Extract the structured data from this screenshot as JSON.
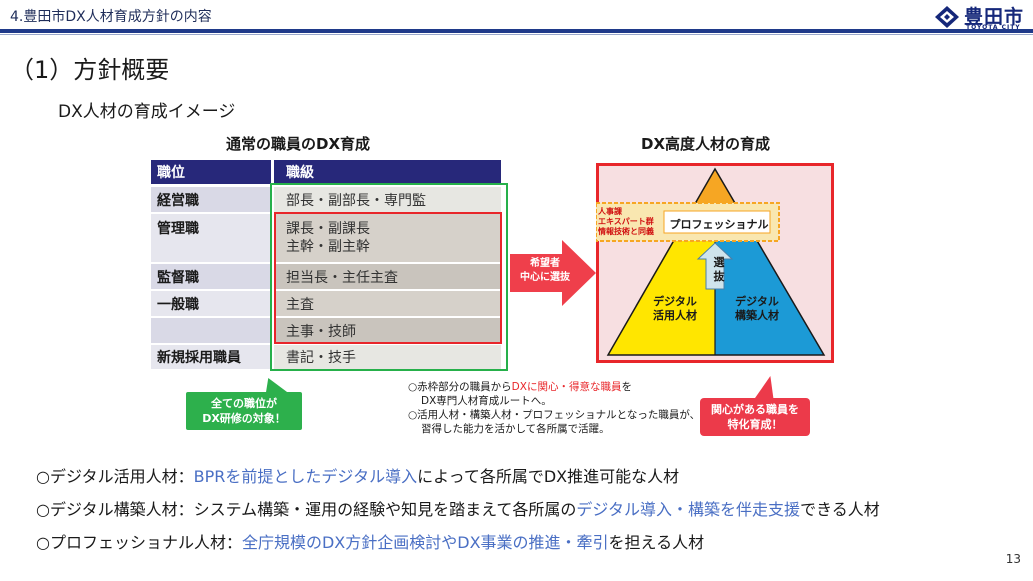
{
  "header": {
    "title": "4.豊田市DX人材育成方針の内容",
    "logo_text": "豊田市",
    "logo_sub": "TOYOTA CITY"
  },
  "section_title": "（1）方針概要",
  "subtitle": "DX人材の育成イメージ",
  "left_diagram": {
    "title": "通常の職員のDX育成",
    "col_headers": [
      "職位",
      "職級"
    ],
    "rows": [
      {
        "position": "経営職",
        "grade": "部長・副部長・専門監"
      },
      {
        "position": "管理職",
        "grade_lines": [
          "課長・副課長",
          "主幹・副主幹"
        ]
      },
      {
        "position": "監督職",
        "grade": "担当長・主任主査"
      },
      {
        "position": "一般職",
        "grade": "主査"
      },
      {
        "position": "",
        "grade": "主事・技師"
      },
      {
        "position": "新規採用職員",
        "grade": "書記・技手"
      }
    ],
    "callout": [
      "全ての職位が",
      "DX研修の対象！"
    ]
  },
  "arrow": {
    "lines": [
      "希望者",
      "中心に選抜"
    ]
  },
  "right_diagram": {
    "title": "DX高度人材の育成",
    "pro_label": "プロフェッショナル",
    "pro_side": [
      "人事課",
      "エキスパート群",
      "情報技術と同義"
    ],
    "select_label": [
      "選",
      "抜"
    ],
    "digital_use": [
      "デジタル",
      "活用人材"
    ],
    "digital_build": [
      "デジタル",
      "構築人材"
    ],
    "callout": [
      "関心がある職員を",
      "特化育成！"
    ]
  },
  "notes": {
    "line1_a": "○赤枠部分の職員から",
    "line1_red": "DXに関心・得意な職員",
    "line1_b": "を",
    "line2": "DX専門人材育成ルートへ。",
    "line3": "○活用人材・構築人材・プロフェッショナルとなった職員が、",
    "line4": "習得した能力を活かして各所属で活躍。"
  },
  "definitions": [
    {
      "lead": "○デジタル活用人材：",
      "blue": "BPRを前提としたデジタル導入",
      "tail": "によって各所属でDX推進可能な人材"
    },
    {
      "lead": "○デジタル構築人材：システム構築・運用の経験や知見を踏まえて各所属の",
      "blue": "デジタル導入・構築を伴走支援",
      "tail": "できる人材"
    },
    {
      "lead": "○プロフェッショナル人材：",
      "blue": "全庁規模のDX方針企画検討やDX事業の推進・牽引",
      "tail": "を担える人材"
    }
  ],
  "colors": {
    "navy": "#27287a",
    "green": "#26b04a",
    "red": "#e8262a",
    "orange": "#f6a623",
    "yellow": "#ffe600",
    "blue": "#1c9ad6",
    "link_blue": "#4a6fc4"
  },
  "page_number": "13"
}
